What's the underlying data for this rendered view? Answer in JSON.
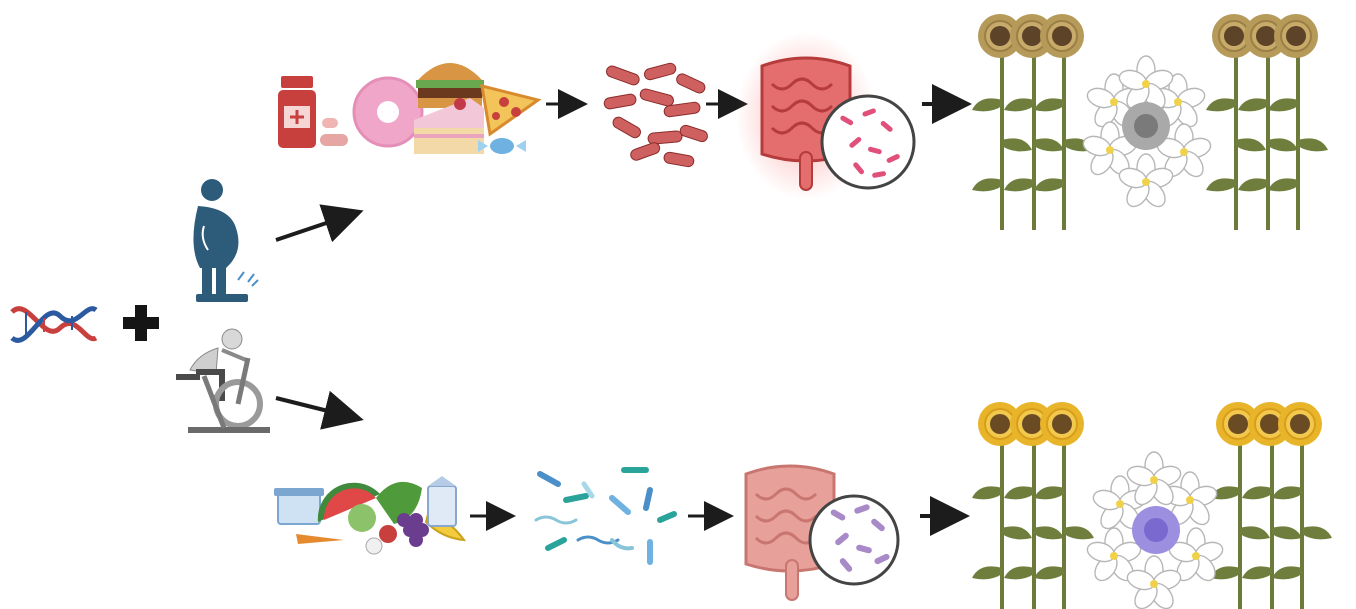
{
  "figure": {
    "background": "#ffffff",
    "pathways": [
      {
        "id": "unhealthy",
        "inputs": [
          "medicine-icon",
          "donut-icon",
          "burger-icon",
          "cake-icon",
          "pizza-icon",
          "candy-icon"
        ],
        "microbe_state": "red-bacteria",
        "gut_state": "inflamed-gut",
        "outcome": "wilted-flower-among-sunflowers",
        "accent": "#c8403e"
      },
      {
        "id": "healthy",
        "inputs": [
          "yogurt-icon",
          "watermelon-icon",
          "vegetables-icon",
          "grapes-icon",
          "banana-icon",
          "milk-icon"
        ],
        "microbe_state": "diverse-bacteria",
        "gut_state": "healthy-gut",
        "outcome": "blooming-flower-among-sunflowers",
        "accent": "#7a8fd6"
      }
    ],
    "factors": [
      "dna-icon",
      "plus-icon",
      "obese-person-icon",
      "exercise-bike-icon"
    ]
  }
}
